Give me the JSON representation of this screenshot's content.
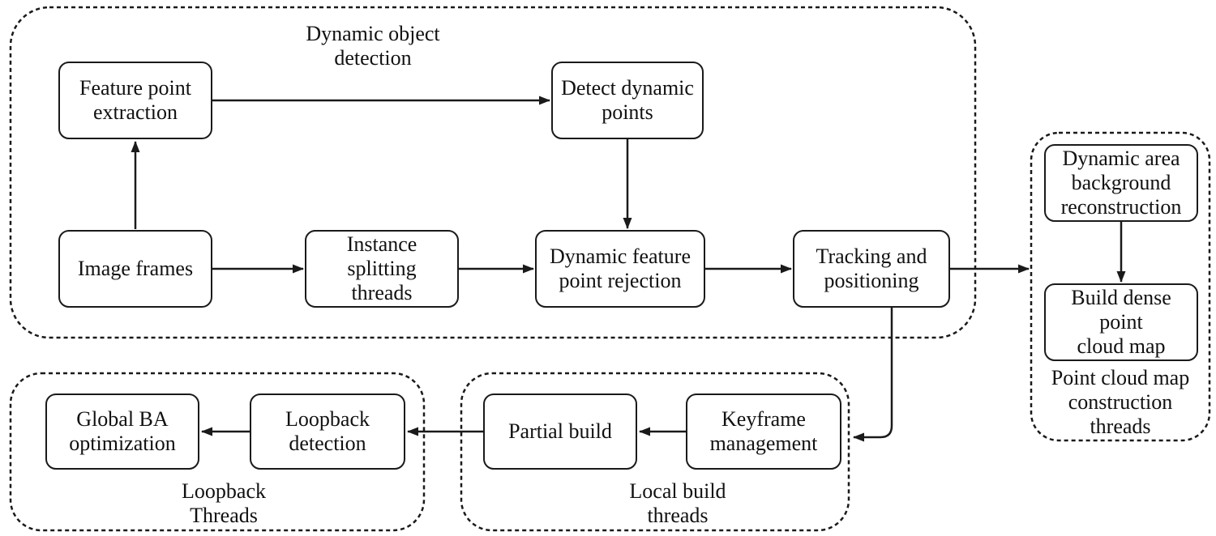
{
  "diagram": {
    "colors": {
      "line": "#1a1a1a",
      "background": "#ffffff",
      "box_fill": "#ffffff",
      "text": "#111111"
    },
    "groups": {
      "dynamic_object_detection": {
        "label": "Dynamic object\ndetection"
      },
      "point_cloud": {
        "label": "Point cloud map\nconstruction\nthreads"
      },
      "loopback": {
        "label": "Loopback\nThreads"
      },
      "local_build": {
        "label": "Local build\nthreads"
      }
    },
    "nodes": {
      "feature_point_extraction": {
        "label": "Feature point\nextraction"
      },
      "detect_dynamic_points": {
        "label": "Detect dynamic\npoints"
      },
      "image_frames": {
        "label": "Image frames"
      },
      "instance_splitting": {
        "label": "Instance splitting\nthreads"
      },
      "dynamic_feature_rejection": {
        "label": "Dynamic feature\npoint rejection"
      },
      "tracking_positioning": {
        "label": "Tracking and\npositioning"
      },
      "dynamic_area_background": {
        "label": "Dynamic area\nbackground\nreconstruction"
      },
      "build_dense_point_cloud": {
        "label": "Build dense point\ncloud map"
      },
      "global_ba_optimization": {
        "label": "Global BA\noptimization"
      },
      "loopback_detection": {
        "label": "Loopback\ndetection"
      },
      "partial_build": {
        "label": "Partial build"
      },
      "keyframe_management": {
        "label": "Keyframe\nmanagement"
      }
    },
    "edges": [
      {
        "from": "Image frames",
        "to": "Feature point extraction"
      },
      {
        "from": "Feature point extraction",
        "to": "Detect dynamic points"
      },
      {
        "from": "Detect dynamic points",
        "to": "Dynamic feature point rejection"
      },
      {
        "from": "Image frames",
        "to": "Instance splitting threads"
      },
      {
        "from": "Instance splitting threads",
        "to": "Dynamic feature point rejection"
      },
      {
        "from": "Dynamic feature point rejection",
        "to": "Tracking and positioning"
      },
      {
        "from": "Tracking and positioning",
        "to": "Point cloud map construction threads"
      },
      {
        "from": "Dynamic area background reconstruction",
        "to": "Build dense point cloud map"
      },
      {
        "from": "Tracking and positioning",
        "to": "Local build threads"
      },
      {
        "from": "Keyframe management",
        "to": "Partial build"
      },
      {
        "from": "Partial build",
        "to": "Loopback detection"
      },
      {
        "from": "Loopback detection",
        "to": "Global BA optimization"
      }
    ]
  }
}
